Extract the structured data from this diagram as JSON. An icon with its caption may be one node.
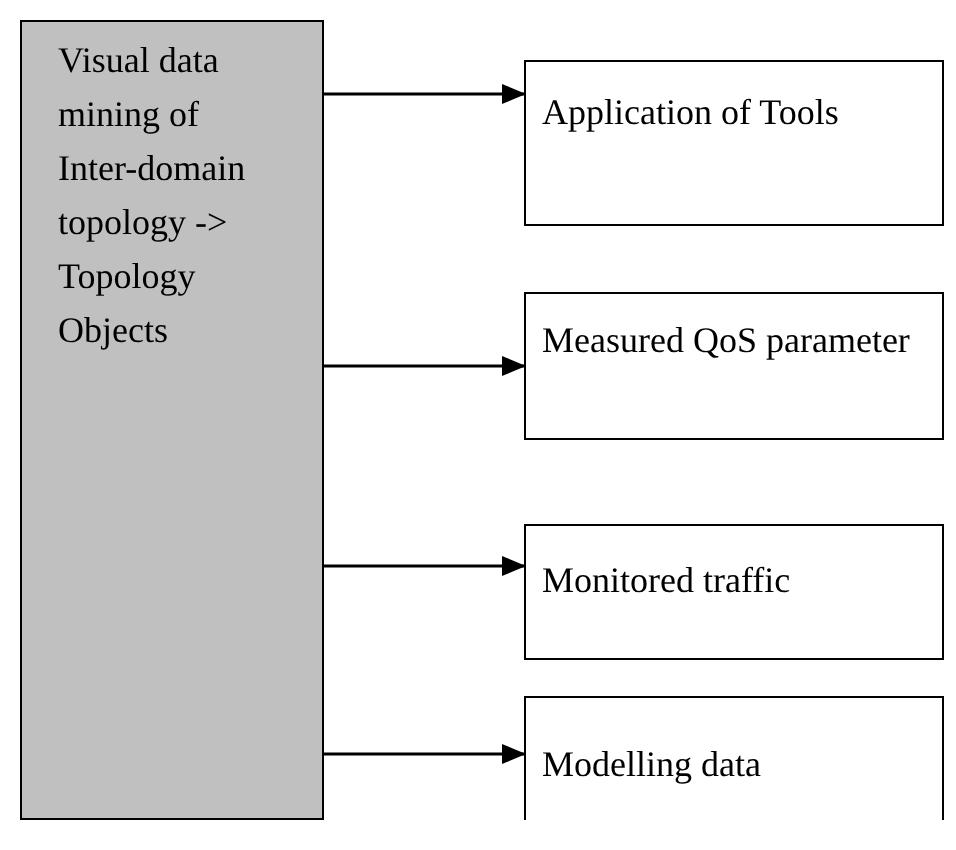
{
  "diagram": {
    "nodes": [
      {
        "text": [
          "Visual data mining of Inter-domain topology -> Topology Objects"
        ]
      },
      {
        "text": [
          "Application of Tools"
        ]
      },
      {
        "text": [
          "Measured QoS parameter"
        ]
      },
      {
        "text": [
          "Monitored traffic"
        ]
      },
      {
        "text": [
          "Modelling data"
        ]
      }
    ],
    "edges": [
      {
        "from": 0,
        "to": 1,
        "arrow": "to"
      },
      {
        "from": 0,
        "to": 2,
        "arrow": "to"
      },
      {
        "from": 0,
        "to": 3,
        "arrow": "to"
      },
      {
        "from": 0,
        "to": 4,
        "arrow": "to"
      }
    ]
  }
}
